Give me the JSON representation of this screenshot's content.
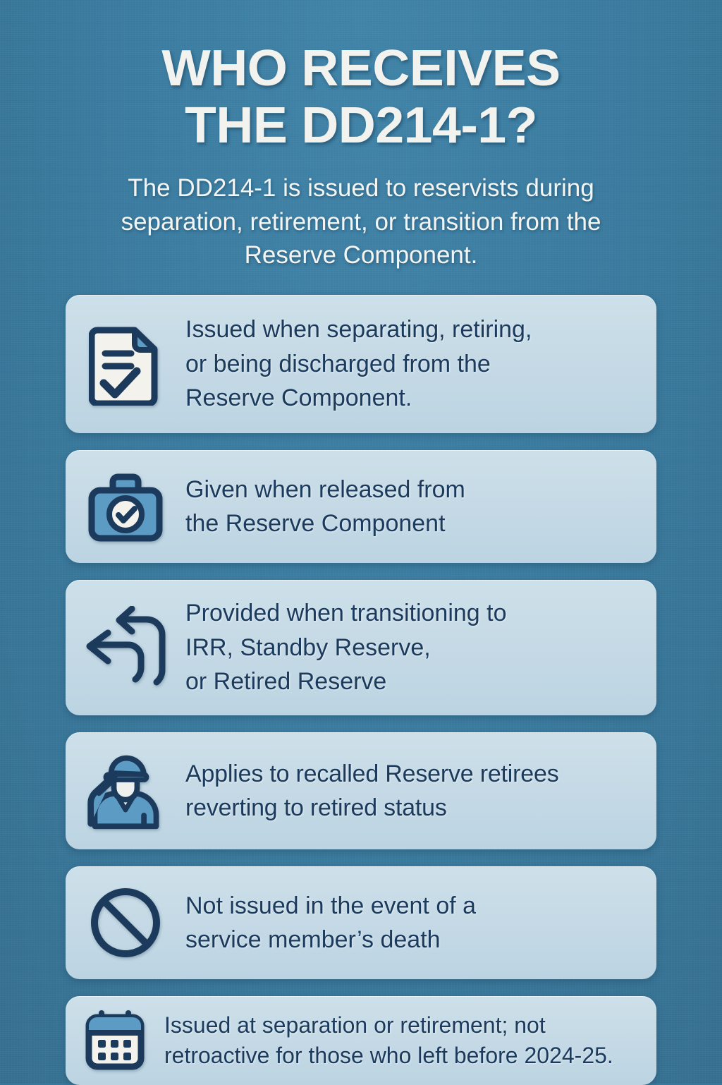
{
  "header": {
    "title_lines": [
      "WHO RECEIVES",
      "THE DD214-1?"
    ],
    "subtitle_lines": [
      "The DD214-1 is issued to reservists during",
      "separation, retirement, or transition from the",
      "Reserve Component."
    ]
  },
  "colors": {
    "background": "#3a7ca0",
    "card_background": "#c5dce8",
    "text_dark": "#1b3a5c",
    "text_light": "#f2f2ee",
    "icon_outline": "#1b3a5c",
    "icon_fill_blue": "#5b9bc4",
    "icon_fill_paper": "#f4f2ec"
  },
  "cards": [
    {
      "icon": "document-check-icon",
      "lines": [
        "Issued when separating, retiring,",
        "or being discharged from the",
        "Reserve Component."
      ]
    },
    {
      "icon": "briefcase-check-icon",
      "lines": [
        "Given when released from",
        "the Reserve Component"
      ]
    },
    {
      "icon": "return-arrows-icon",
      "lines": [
        "Provided when transitioning to",
        "IRR, Standby Reserve,",
        "or Retired Reserve"
      ]
    },
    {
      "icon": "saluting-soldier-icon",
      "lines": [
        "Applies to recalled Reserve retirees",
        "reverting to retired status"
      ]
    },
    {
      "icon": "prohibition-icon",
      "lines": [
        "Not issued in the event of a",
        "service member’s death"
      ]
    },
    {
      "icon": "calendar-icon",
      "lines": [
        "Issued at separation or retirement; not",
        "retroactive for those who left before 2024-25."
      ]
    }
  ]
}
